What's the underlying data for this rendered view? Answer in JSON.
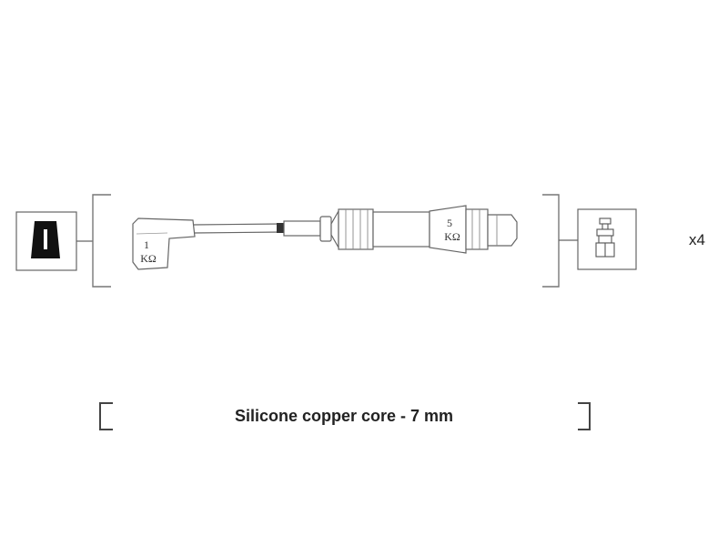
{
  "cable": {
    "left_boot_resistance": {
      "value": "1",
      "unit": "KΩ"
    },
    "right_boot_resistance": {
      "value": "5",
      "unit": "KΩ"
    },
    "quantity": "x4"
  },
  "caption": {
    "text": "Silicone copper core - 7 mm"
  },
  "icons": {
    "left_connector": "distributor-cap-terminal-icon",
    "right_connector": "spark-plug-terminal-icon"
  }
}
